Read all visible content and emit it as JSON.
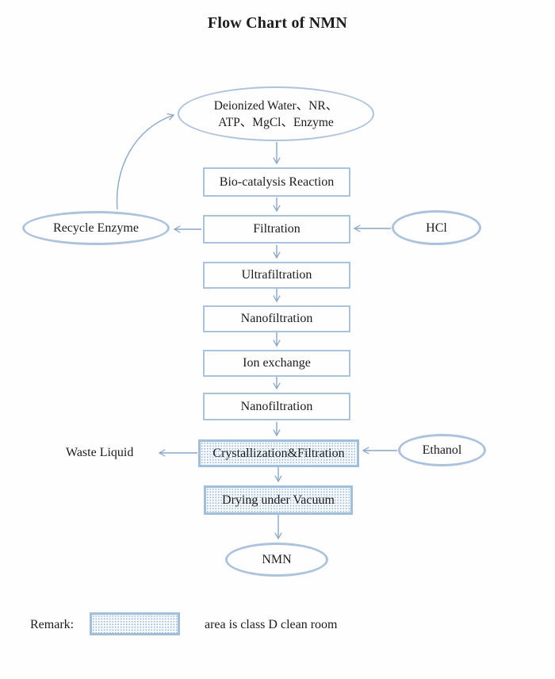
{
  "title": "Flow Chart of NMN",
  "colors": {
    "box_border": "#a9c2de",
    "ellipse_border": "#adc3dd",
    "arrow": "#8aa6c8",
    "shaded_dot": "#9cb9d6",
    "text": "#1c1c1c"
  },
  "flow": {
    "source": {
      "lines": [
        "Deionized Water、NR、",
        "ATP、MgCl、Enzyme"
      ]
    },
    "steps": [
      {
        "label": "Bio-catalysis Reaction",
        "shaded": false
      },
      {
        "label": "Filtration",
        "shaded": false
      },
      {
        "label": "Ultrafiltration",
        "shaded": false
      },
      {
        "label": "Nanofiltration",
        "shaded": false
      },
      {
        "label": "Ion exchange",
        "shaded": false
      },
      {
        "label": "Nanofiltration",
        "shaded": false
      },
      {
        "label": "Crystallization&Filtration",
        "shaded": true
      },
      {
        "label": "Drying under Vacuum",
        "shaded": true
      }
    ],
    "recycle": {
      "label": "Recycle Enzyme"
    },
    "side_inputs": [
      {
        "label": "HCl"
      },
      {
        "label": "Ethanol"
      }
    ],
    "waste": {
      "label": "Waste Liquid"
    },
    "output": {
      "label": "NMN"
    }
  },
  "remark": {
    "label": "Remark:",
    "note": "area is class D clean room"
  }
}
